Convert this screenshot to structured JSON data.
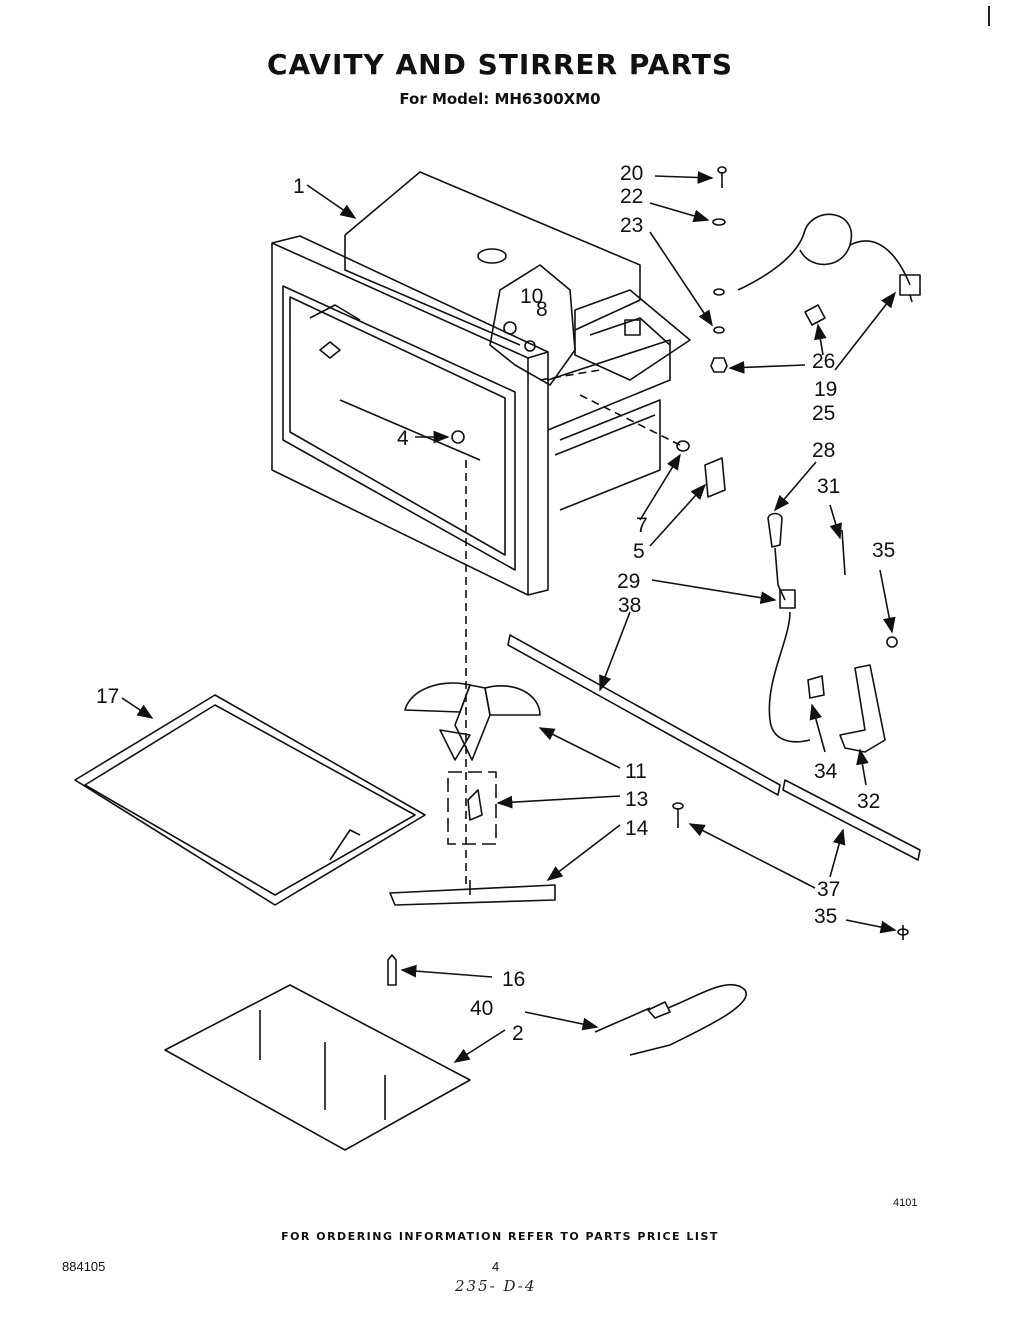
{
  "header": {
    "title": "CAVITY AND STIRRER PARTS",
    "subtitle": "For Model: MH6300XM0"
  },
  "callouts": [
    "1",
    "2",
    "4",
    "5",
    "7",
    "8",
    "10",
    "11",
    "13",
    "14",
    "16",
    "17",
    "19",
    "20",
    "22",
    "23",
    "25",
    "26",
    "28",
    "29",
    "31",
    "32",
    "34",
    "35",
    "35",
    "37",
    "38",
    "40"
  ],
  "footer": {
    "ordering_note": "FOR ORDERING INFORMATION REFER TO PARTS PRICE LIST",
    "document_number": "884105",
    "page_number": "4",
    "drawing_number": "4101",
    "handwritten_note": "235- D-4"
  }
}
